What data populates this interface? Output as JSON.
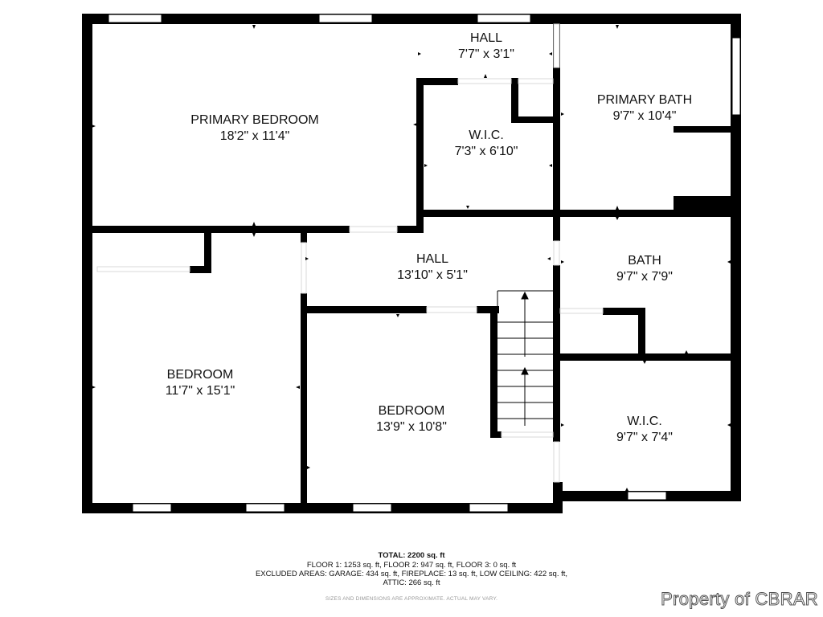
{
  "rooms": [
    {
      "name": "HALL",
      "size": "7'7\" x 3'1\""
    },
    {
      "name": "PRIMARY BEDROOM",
      "size": "18'2\" x 11'4\""
    },
    {
      "name": "W.I.C.",
      "size": "7'3\" x 6'10\""
    },
    {
      "name": "PRIMARY BATH",
      "size": "9'7\" x 10'4\""
    },
    {
      "name": "HALL",
      "size": "13'10\" x 5'1\""
    },
    {
      "name": "BATH",
      "size": "9'7\" x 7'9\""
    },
    {
      "name": "BEDROOM",
      "size": "11'7\" x 15'1\""
    },
    {
      "name": "BEDROOM",
      "size": "13'9\" x 10'8\""
    },
    {
      "name": "W.I.C.",
      "size": "9'7\" x 7'4\""
    }
  ],
  "footer": {
    "total": "TOTAL: 2200 sq. ft",
    "line1": "FLOOR 1: 1253 sq. ft, FLOOR 2: 947 sq. ft, FLOOR 3: 0 sq. ft",
    "line2": "EXCLUDED AREAS: GARAGE: 434 sq. ft, FIREPLACE: 13 sq. ft, LOW CEILING: 422 sq. ft,",
    "line3": "ATTIC: 266 sq. ft",
    "disclaimer": "SIZES AND DIMENSIONS ARE APPROXIMATE. ACTUAL MAY VARY."
  },
  "watermark": "Property of CBRAR",
  "colors": {
    "wall": "#000000",
    "window": "#ffffff",
    "background": "#ffffff"
  }
}
